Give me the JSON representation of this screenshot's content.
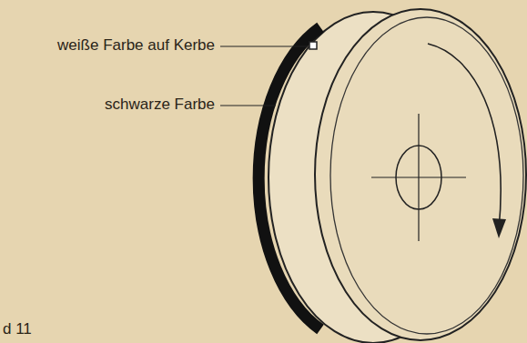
{
  "diagram": {
    "labels": [
      "weiße Farbe auf Kerbe",
      "schwarze Farbe",
      "d 11"
    ]
  }
}
